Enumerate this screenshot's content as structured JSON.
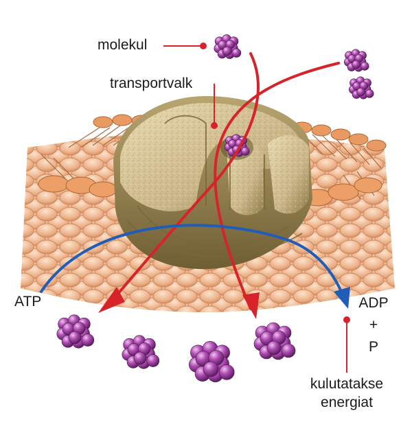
{
  "labels": {
    "molekul": "molekul",
    "transportvalk": "transportvalk",
    "atp": "ATP",
    "adp": "ADP",
    "plus": "+",
    "p": "P",
    "energy_line1": "kulutatakse",
    "energy_line2": "energiat"
  },
  "colors": {
    "transport_arrow": "#d8232a",
    "energy_arrow": "#1f5db8",
    "molecule": "#9b3a9e",
    "membrane": "#e7a77a",
    "protein": "#cdb98a"
  },
  "icons": {
    "molecule": "purple-sphere-cluster",
    "protein": "transport-protein-channel"
  }
}
